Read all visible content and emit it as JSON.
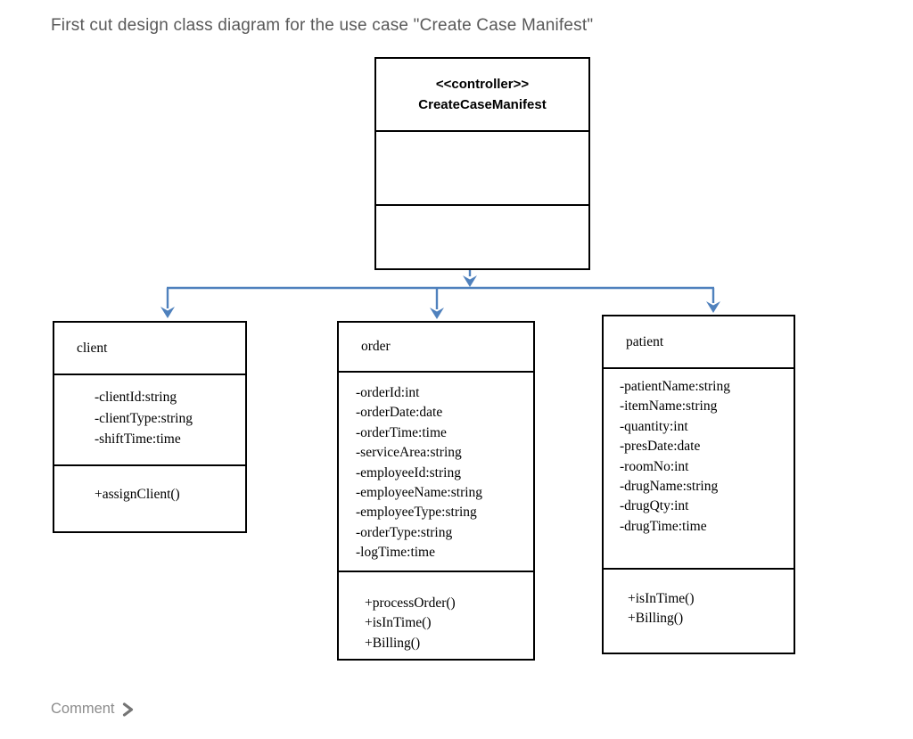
{
  "page": {
    "title": "First cut design class diagram for the use case \"Create Case Manifest\""
  },
  "diagram": {
    "connector_color": "#4f81bd",
    "border_color": "#000000",
    "controller": {
      "stereotype": "<<controller>>",
      "name": "CreateCaseManifest",
      "attributes": [],
      "methods": []
    },
    "client": {
      "name": "client",
      "attributes": [
        "-clientId:string",
        "-clientType:string",
        "-shiftTime:time"
      ],
      "methods": [
        "+assignClient()"
      ]
    },
    "order": {
      "name": "order",
      "attributes": [
        "-orderId:int",
        "-orderDate:date",
        "-orderTime:time",
        "-serviceArea:string",
        "-employeeId:string",
        "-employeeName:string",
        "-employeeType:string",
        "-orderType:string",
        "-logTime:time"
      ],
      "methods": [
        "+processOrder()",
        "+isInTime()",
        "+Billing()"
      ]
    },
    "patient": {
      "name": "patient",
      "attributes": [
        "-patientName:string",
        "-itemName:string",
        "-quantity:int",
        "-presDate:date",
        "-roomNo:int",
        "-drugName:string",
        "-drugQty:int",
        "-drugTime:time"
      ],
      "methods": [
        "+isInTime()",
        "+Billing()"
      ]
    }
  },
  "footer": {
    "comment_label": "Comment"
  }
}
